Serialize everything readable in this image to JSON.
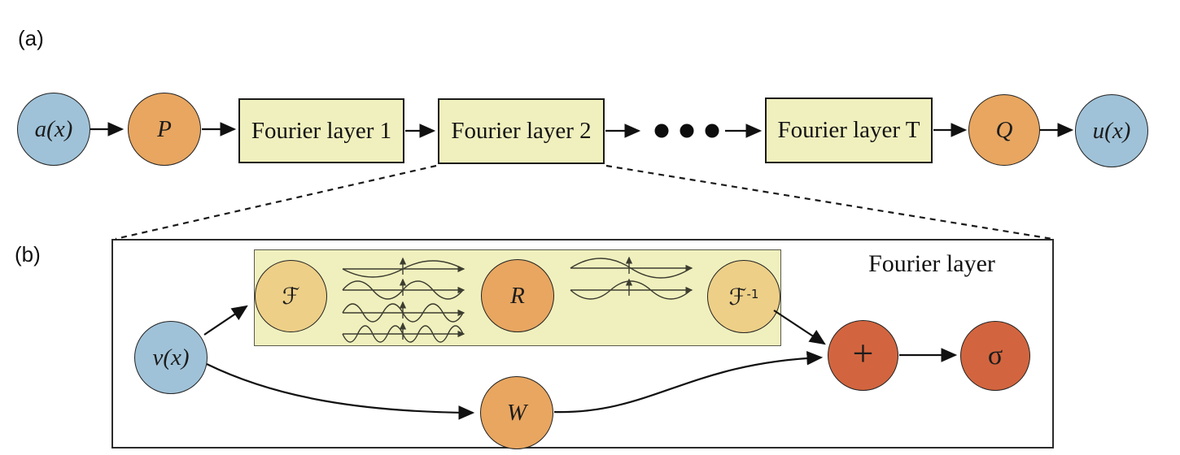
{
  "figure": {
    "panel_a": {
      "label": "(a)",
      "nodes": {
        "input": "a(x)",
        "p": "P",
        "q": "Q",
        "output": "u(x)"
      },
      "layer_boxes": [
        "Fourier layer 1",
        "Fourier layer 2",
        "Fourier layer T"
      ]
    },
    "panel_b": {
      "label": "(b)",
      "title": "Fourier layer",
      "nodes": {
        "input": "v(x)",
        "fourier": "ℱ",
        "r": "R",
        "fourier_inv_base": "ℱ",
        "fourier_inv_exp": "-1",
        "w": "W",
        "sum": "+",
        "sigma": "σ"
      }
    }
  },
  "colors": {
    "node-blue": "#9fc2d8",
    "node-orange": "#e8a660",
    "node-tan": "#edcf87",
    "node-red": "#d2653f",
    "box-yellow": "#f0f0be"
  }
}
